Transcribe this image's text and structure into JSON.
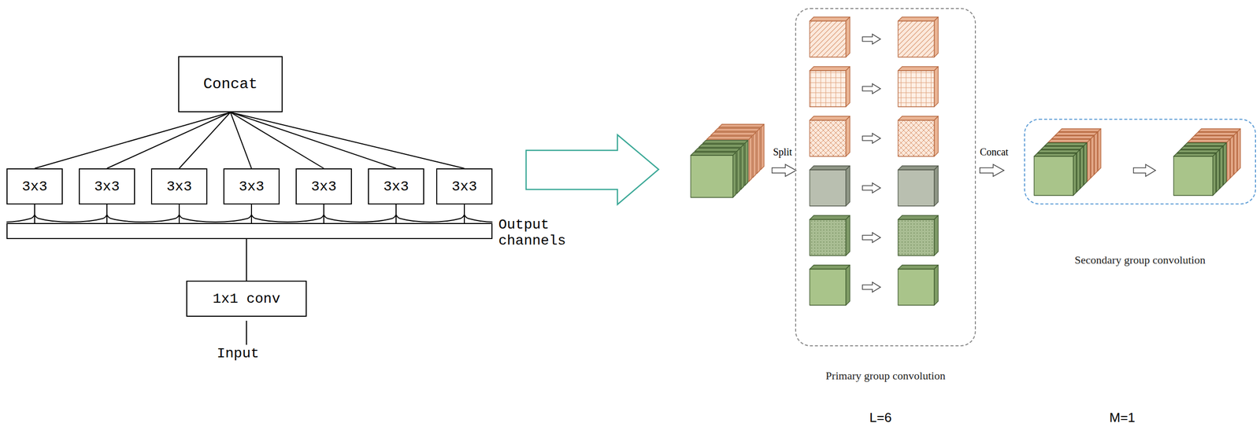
{
  "diagram": {
    "nodes": [
      {
        "text": [
          "Concat"
        ]
      },
      {
        "text": [
          "3x3"
        ]
      },
      {
        "text": [
          "3x3"
        ]
      },
      {
        "text": [
          "3x3"
        ]
      },
      {
        "text": [
          "3x3"
        ]
      },
      {
        "text": [
          "3x3"
        ]
      },
      {
        "text": [
          "3x3"
        ]
      },
      {
        "text": [
          "3x3"
        ]
      },
      {
        "text": [
          "Output channels"
        ]
      },
      {
        "text": [
          "1x1 conv"
        ]
      },
      {
        "text": [
          "Primary group convolution"
        ]
      },
      {
        "text": [
          "Secondary group convolution"
        ]
      }
    ],
    "edges": [
      {
        "from": 1,
        "to": 0,
        "arrow": "none"
      },
      {
        "from": 2,
        "to": 0,
        "arrow": "none"
      },
      {
        "from": 3,
        "to": 0,
        "arrow": "none"
      },
      {
        "from": 4,
        "to": 0,
        "arrow": "none"
      },
      {
        "from": 5,
        "to": 0,
        "arrow": "none"
      },
      {
        "from": 6,
        "to": 0,
        "arrow": "none"
      },
      {
        "from": 7,
        "to": 0,
        "arrow": "none"
      },
      {
        "from": 8,
        "to": 1,
        "arrow": "none"
      },
      {
        "from": 8,
        "to": 2,
        "arrow": "none"
      },
      {
        "from": 8,
        "to": 3,
        "arrow": "none"
      },
      {
        "from": 8,
        "to": 4,
        "arrow": "none"
      },
      {
        "from": 8,
        "to": 5,
        "arrow": "none"
      },
      {
        "from": 8,
        "to": 6,
        "arrow": "none"
      },
      {
        "from": 8,
        "to": 7,
        "arrow": "none"
      },
      {
        "from": 9,
        "to": 8,
        "arrow": "none"
      }
    ],
    "labels": [
      "Input",
      "Split",
      "Concat",
      "L=6",
      "M=1"
    ]
  }
}
